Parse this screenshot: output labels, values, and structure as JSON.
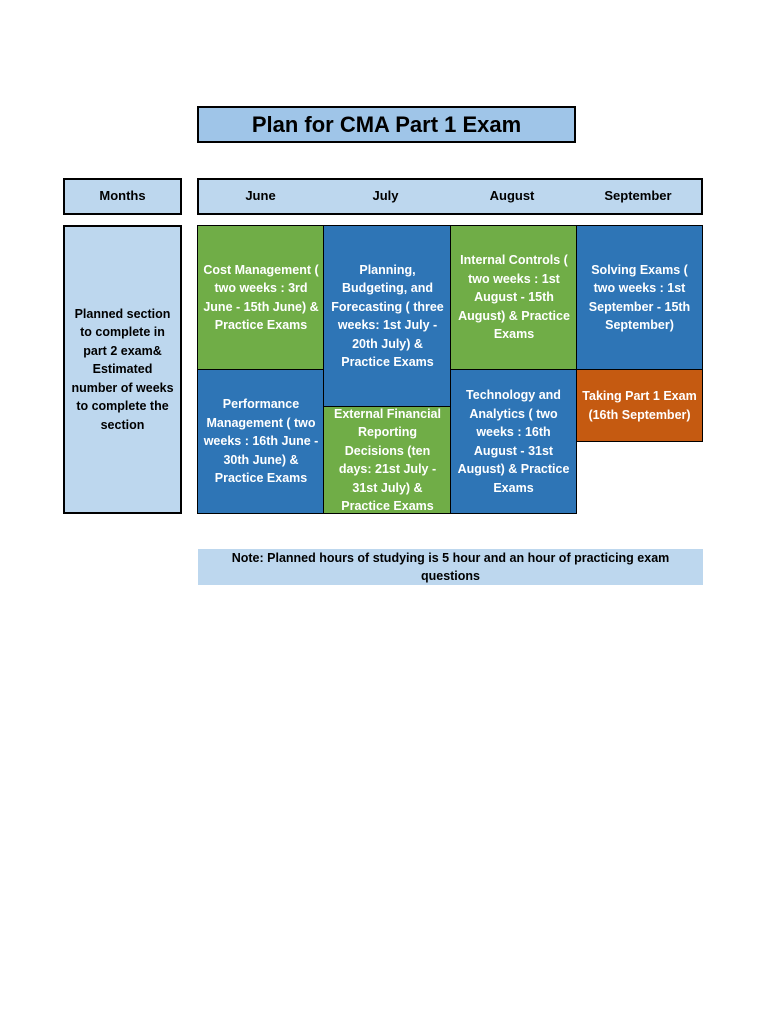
{
  "title": "Plan for CMA Part 1 Exam",
  "header": {
    "months_label": "Months",
    "columns": [
      "June",
      "July",
      "August",
      "September"
    ]
  },
  "row_label": "Planned section to complete in part 2 exam& Estimated number of weeks to complete the section",
  "blocks": {
    "june_top": "Cost Management ( two weeks : 3rd June - 15th June) & Practice Exams",
    "june_bottom": "Performance Management ( two weeks : 16th June - 30th June) & Practice Exams",
    "july_top": "Planning, Budgeting, and Forecasting ( three weeks: 1st July - 20th July) & Practice Exams",
    "july_bottom": "External Financial Reporting Decisions (ten days: 21st July - 31st July) & Practice Exams",
    "august_top": "Internal Controls ( two weeks : 1st August - 15th August) & Practice Exams",
    "august_bottom": "Technology and Analytics ( two weeks : 16th August - 31st August) & Practice Exams",
    "september_top": "Solving Exams ( two weeks : 1st September - 15th September)",
    "september_bottom": "Taking Part 1 Exam (16th September)"
  },
  "note": "Note: Planned hours of studying is 5 hour and an hour of practicing exam questions",
  "colors": {
    "header_fill": "#bdd7ee",
    "title_fill": "#9fc5e8",
    "green": "#70ad47",
    "blue": "#2e75b6",
    "orange": "#c55a11"
  }
}
